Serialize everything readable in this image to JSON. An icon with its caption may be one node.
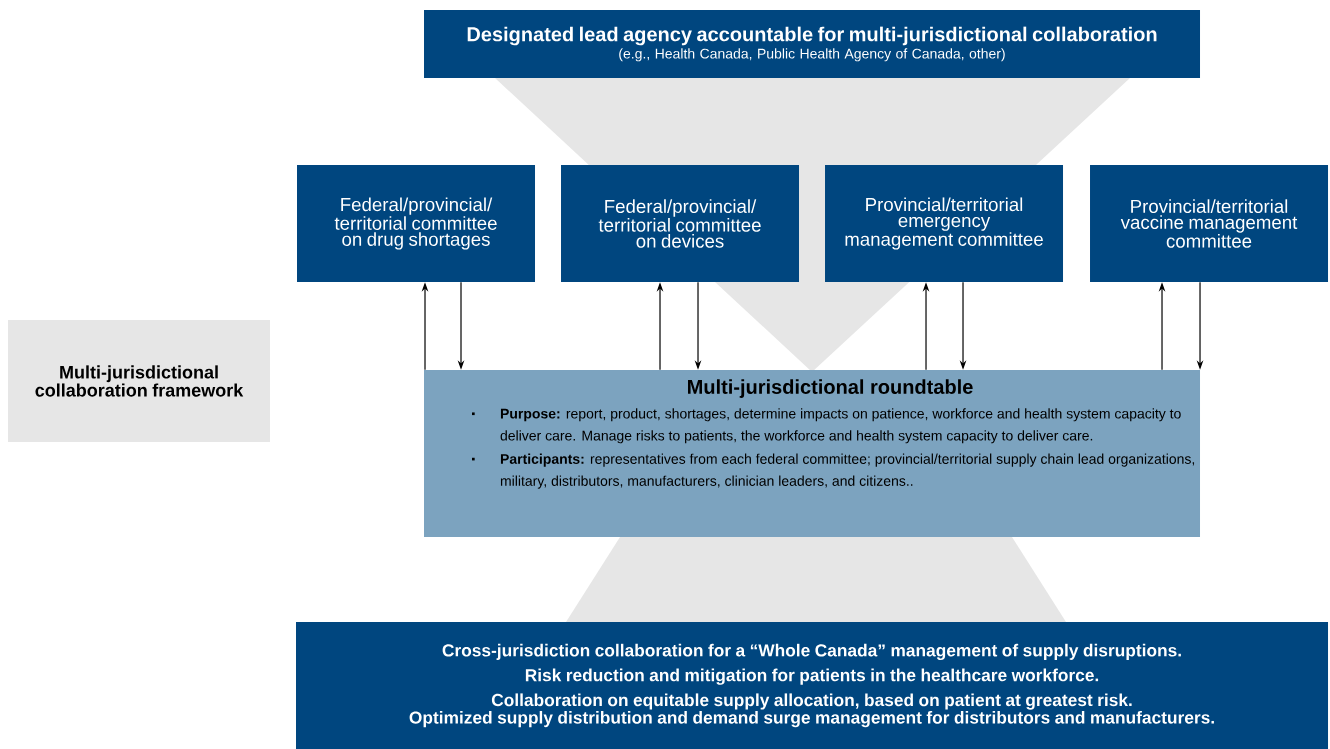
{
  "diagram": {
    "nodes": [
      {
        "text": [
          "Designated lead agency accountable for multi-jurisdictional collaboration",
          "(e.g., Health Canada, Public Health Agency of Canada, other)"
        ]
      },
      {
        "text": [
          "Federal/provincial/ territorial committee on drug shortages"
        ]
      },
      {
        "text": [
          "Federal/provincial/ territorial committee on devices"
        ]
      },
      {
        "text": [
          "Provincial/territorial emergency management committee"
        ]
      },
      {
        "text": [
          "Provincial/territorial vaccine management committee"
        ]
      },
      {
        "text": [
          "Multi-jurisdictional collaboration framework"
        ]
      },
      {
        "text": [
          "Multi-jurisdictional roundtable",
          "**Purpose:** report, product, shortages, determine impacts on patience, workforce and health system capacity to deliver care. Manage risks to patients, the workforce and health system capacity to deliver care.",
          "**Participants:** representatives from each federal committee; provincial/territorial supply chain lead organizations, military, distributors, manufacturers, clinician leaders, and citizens.."
        ]
      },
      {
        "text": [
          "Cross-jurisdiction collaboration for a “Whole Canada” management of supply disruptions.",
          "Risk reduction and mitigation for patients in the healthcare workforce.",
          "Collaboration on equitable supply allocation, based on patient at greatest risk.",
          "Optimized supply distribution and demand surge management for distributors and manufacturers."
        ]
      }
    ],
    "edges": [
      {
        "from": 6,
        "to": 1,
        "arrow": "to"
      },
      {
        "from": 1,
        "to": 6,
        "arrow": "to"
      },
      {
        "from": 6,
        "to": 2,
        "arrow": "to"
      },
      {
        "from": 2,
        "to": 6,
        "arrow": "to"
      },
      {
        "from": 6,
        "to": 3,
        "arrow": "to"
      },
      {
        "from": 3,
        "to": 6,
        "arrow": "to"
      },
      {
        "from": 6,
        "to": 4,
        "arrow": "to"
      },
      {
        "from": 4,
        "to": 6,
        "arrow": "to"
      }
    ]
  }
}
